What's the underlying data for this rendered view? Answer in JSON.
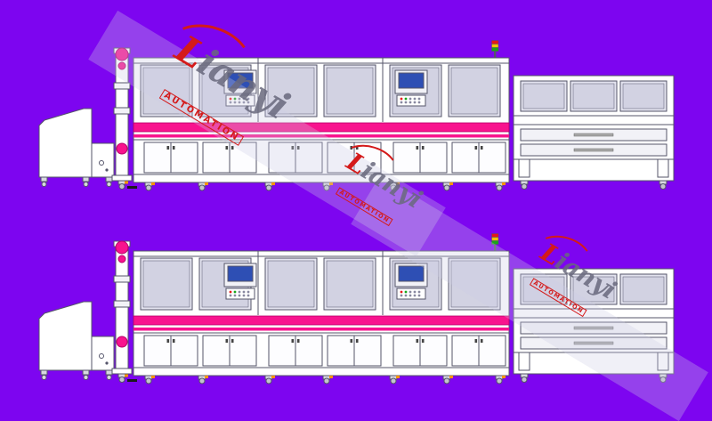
{
  "watermark": {
    "brand_first": "L",
    "brand_rest": "ianyi",
    "sub": "AUTOMATION"
  },
  "colors": {
    "background": "#7D05F0",
    "line": "#55556A",
    "pink": "#F8138E",
    "pink_dark": "#B8006A",
    "window": "#E3E3EF",
    "window_inner": "#D2D2E2",
    "panel": "#F2F2F7",
    "door": "#FDFDFF",
    "metal": "#D8D8E0",
    "screen": "#2E4FB4",
    "beacon_red": "#E81818",
    "beacon_yellow": "#F5C400",
    "beacon_green": "#19A519",
    "orange": "#F59300",
    "wm_text": "rgba(105,105,125,0.85)",
    "wm_red": "#D41A1A",
    "stripe": "rgba(205,205,228,0.30)"
  }
}
